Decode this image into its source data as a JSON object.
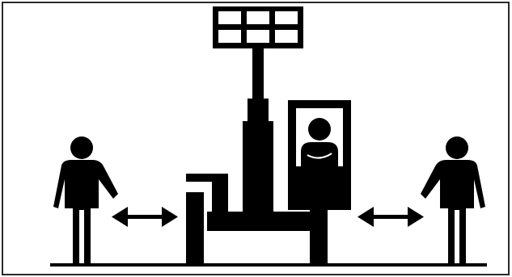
{
  "illustration": {
    "subject": "safety-clearance-pictogram",
    "figures": [
      "left-bystander",
      "operator-in-cab",
      "right-bystander"
    ],
    "colors": {
      "ink": "#000000",
      "background": "#ffffff",
      "frame": "#2a2a2a"
    }
  }
}
